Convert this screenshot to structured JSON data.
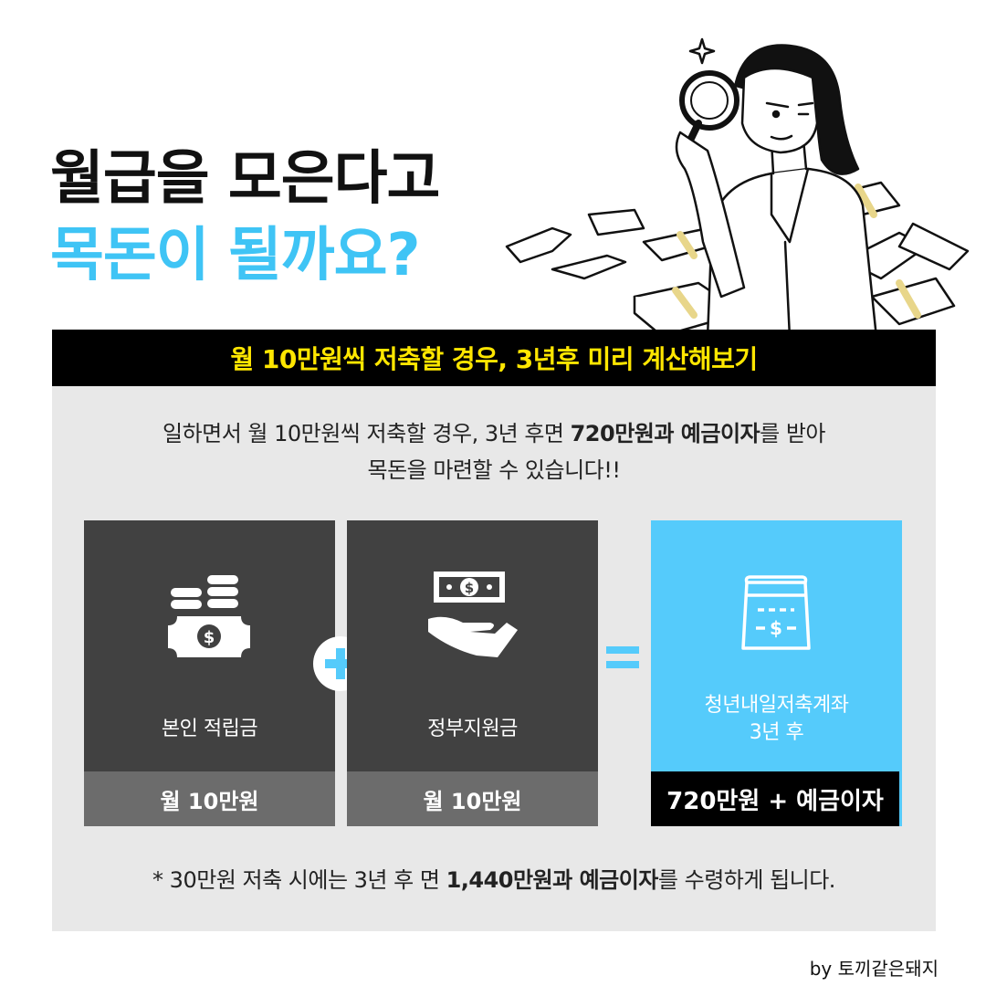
{
  "title": {
    "line1": "월급을 모은다고",
    "line2": "목돈이 될까요?"
  },
  "banner": "월 10만원씩 저축할 경우, 3년후 미리 계산해보기",
  "intro": {
    "line1_a": "일하면서 월 10만원씩 저축할 경우, 3년 후면 ",
    "line1_b": "720만원과 예금이자",
    "line1_c": "를 받아",
    "line2": "목돈을 마련할 수 있습니다!!"
  },
  "cards": [
    {
      "label": "본인 적립금",
      "footer": "월 10만원",
      "icon": "coins-cash-icon"
    },
    {
      "label": "정부지원금",
      "footer": "월 10만원",
      "icon": "hand-cash-icon"
    },
    {
      "label_line1": "청년내일저축계좌",
      "label_line2": "3년 후",
      "footer": "720만원 + 예금이자",
      "icon": "bankbook-icon"
    }
  ],
  "operators": {
    "plus": "plus-icon",
    "equals": "equals-icon"
  },
  "note": {
    "a": "* 30만원 저축 시에는 3년 후 면 ",
    "b": "1,440만원과 예금이자",
    "c": "를 수령하게 됩니다."
  },
  "byline": "by 토끼같은돼지",
  "colors": {
    "accent": "#3fc4f5",
    "banner_text": "#ffe600",
    "card_dark": "#414141",
    "card_blue": "#55cbfb"
  }
}
